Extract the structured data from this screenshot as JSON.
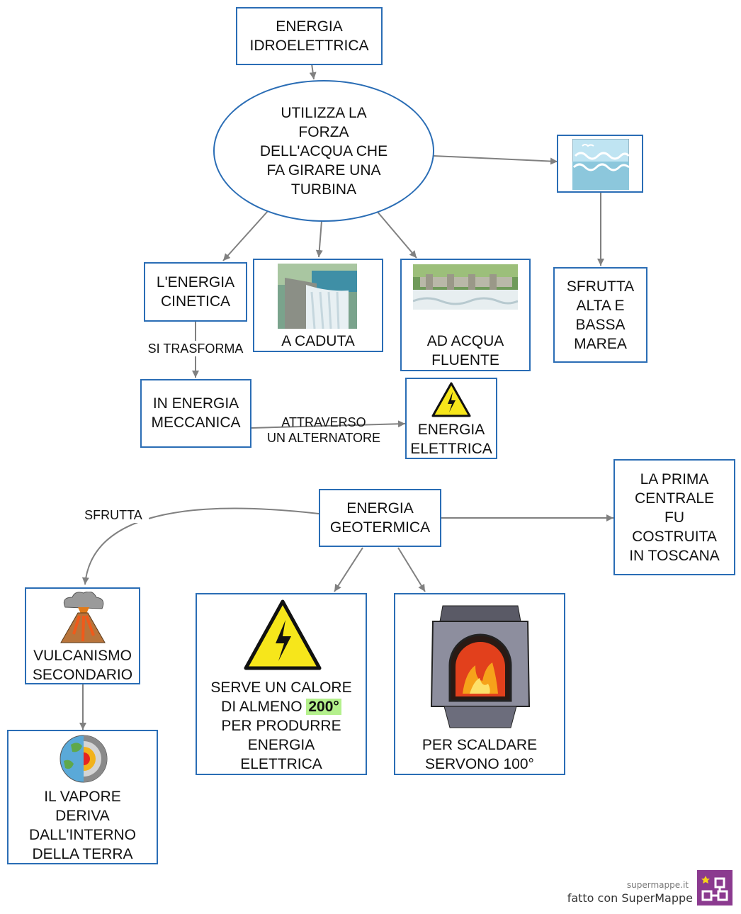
{
  "hydro": {
    "title": "ENERGIA\nIDROELETTRICA",
    "main": "UTILIZZA LA\nFORZA\nDELL'ACQUA CHE\nFA GIRARE UNA\nTURBINA",
    "kinetic": "L'ENERGIA\nCINETICA",
    "caduta": "A CADUTA",
    "fluente": "AD ACQUA\nFLUENTE",
    "marea": "SFRUTTA\nALTA E\nBASSA\nMAREA",
    "mechanical": "IN ENERGIA\nMECCANICA",
    "electric": "ENERGIA\nELETTRICA",
    "link_transforms": "SI TRASFORMA",
    "link_alternator": "ATTRAVERSO\nUN ALTERNATORE"
  },
  "geo": {
    "title": "ENERGIA\nGEOTERMICA",
    "link_exploits": "SFRUTTA",
    "first_plant": "LA PRIMA\nCENTRALE\nFU\nCOSTRUITA\nIN TOSCANA",
    "volcanism": "VULCANISMO\nSECONDARIO",
    "vapor": "IL VAPORE\nDERIVA\nDALL'INTERNO\nDELLA TERRA",
    "heat_pre": "SERVE UN CALORE\nDI ALMENO ",
    "heat_value": "200°",
    "heat_post": "\nPER PRODURRE\nENERGIA\nELETTRICA",
    "heating": "PER SCALDARE\n SERVONO 100°"
  },
  "footer": {
    "site": "supermappe.it",
    "made_with": "fatto con SuperMappe"
  },
  "colors": {
    "border": "#2a6db5",
    "arrow": "#808080",
    "highlight": "#b4f08c",
    "logo": "#8b3a8f"
  },
  "icons": {
    "sea": "sea-waves-icon",
    "dam": "dam-waterfall-photo",
    "run_of_river": "run-of-river-dam-photo",
    "warning": "high-voltage-warning-icon",
    "volcano": "volcano-icon",
    "earth": "earth-core-icon",
    "furnace": "furnace-icon"
  }
}
